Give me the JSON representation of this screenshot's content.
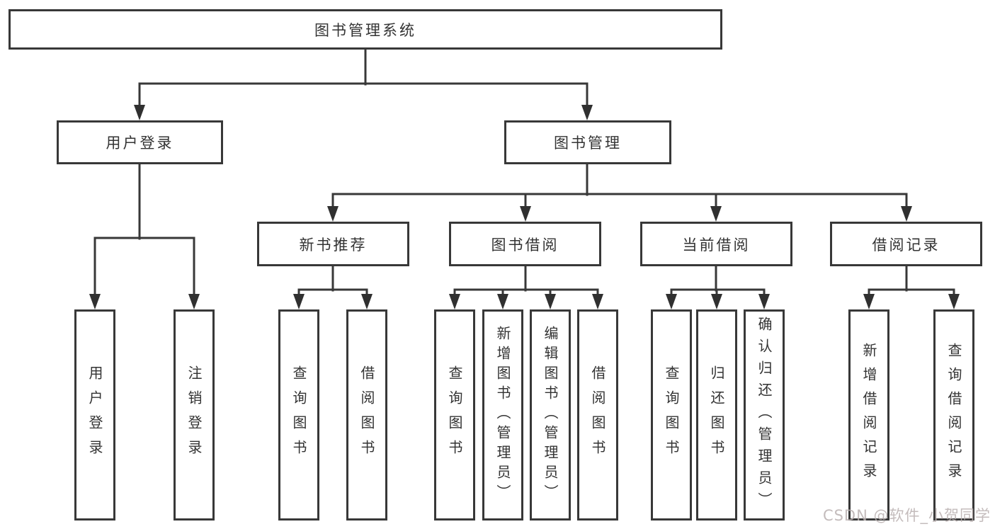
{
  "tree": {
    "label": "图书管理系统",
    "children": [
      {
        "label": "用户登录",
        "children": [
          {
            "label": "用户登录"
          },
          {
            "label": "注销登录"
          }
        ]
      },
      {
        "label": "图书管理",
        "children": [
          {
            "label": "新书推荐",
            "children": [
              {
                "label": "查询图书"
              },
              {
                "label": "借阅图书"
              }
            ]
          },
          {
            "label": "图书借阅",
            "children": [
              {
                "label": "查询图书"
              },
              {
                "label": "新增图书（管理员）"
              },
              {
                "label": "编辑图书（管理员）"
              },
              {
                "label": "借阅图书"
              }
            ]
          },
          {
            "label": "当前借阅",
            "children": [
              {
                "label": "查询图书"
              },
              {
                "label": "归还图书"
              },
              {
                "label": "确认归还（管理员）"
              }
            ]
          },
          {
            "label": "借阅记录",
            "children": [
              {
                "label": "新增借阅记录"
              },
              {
                "label": "查询借阅记录"
              }
            ]
          }
        ]
      }
    ]
  },
  "watermark": {
    "text": "CSDN @软件_小贺同学"
  },
  "colors": {
    "ink": "#383838",
    "text": "#333333",
    "background": "#ffffff",
    "watermark": "#bab0b0"
  }
}
